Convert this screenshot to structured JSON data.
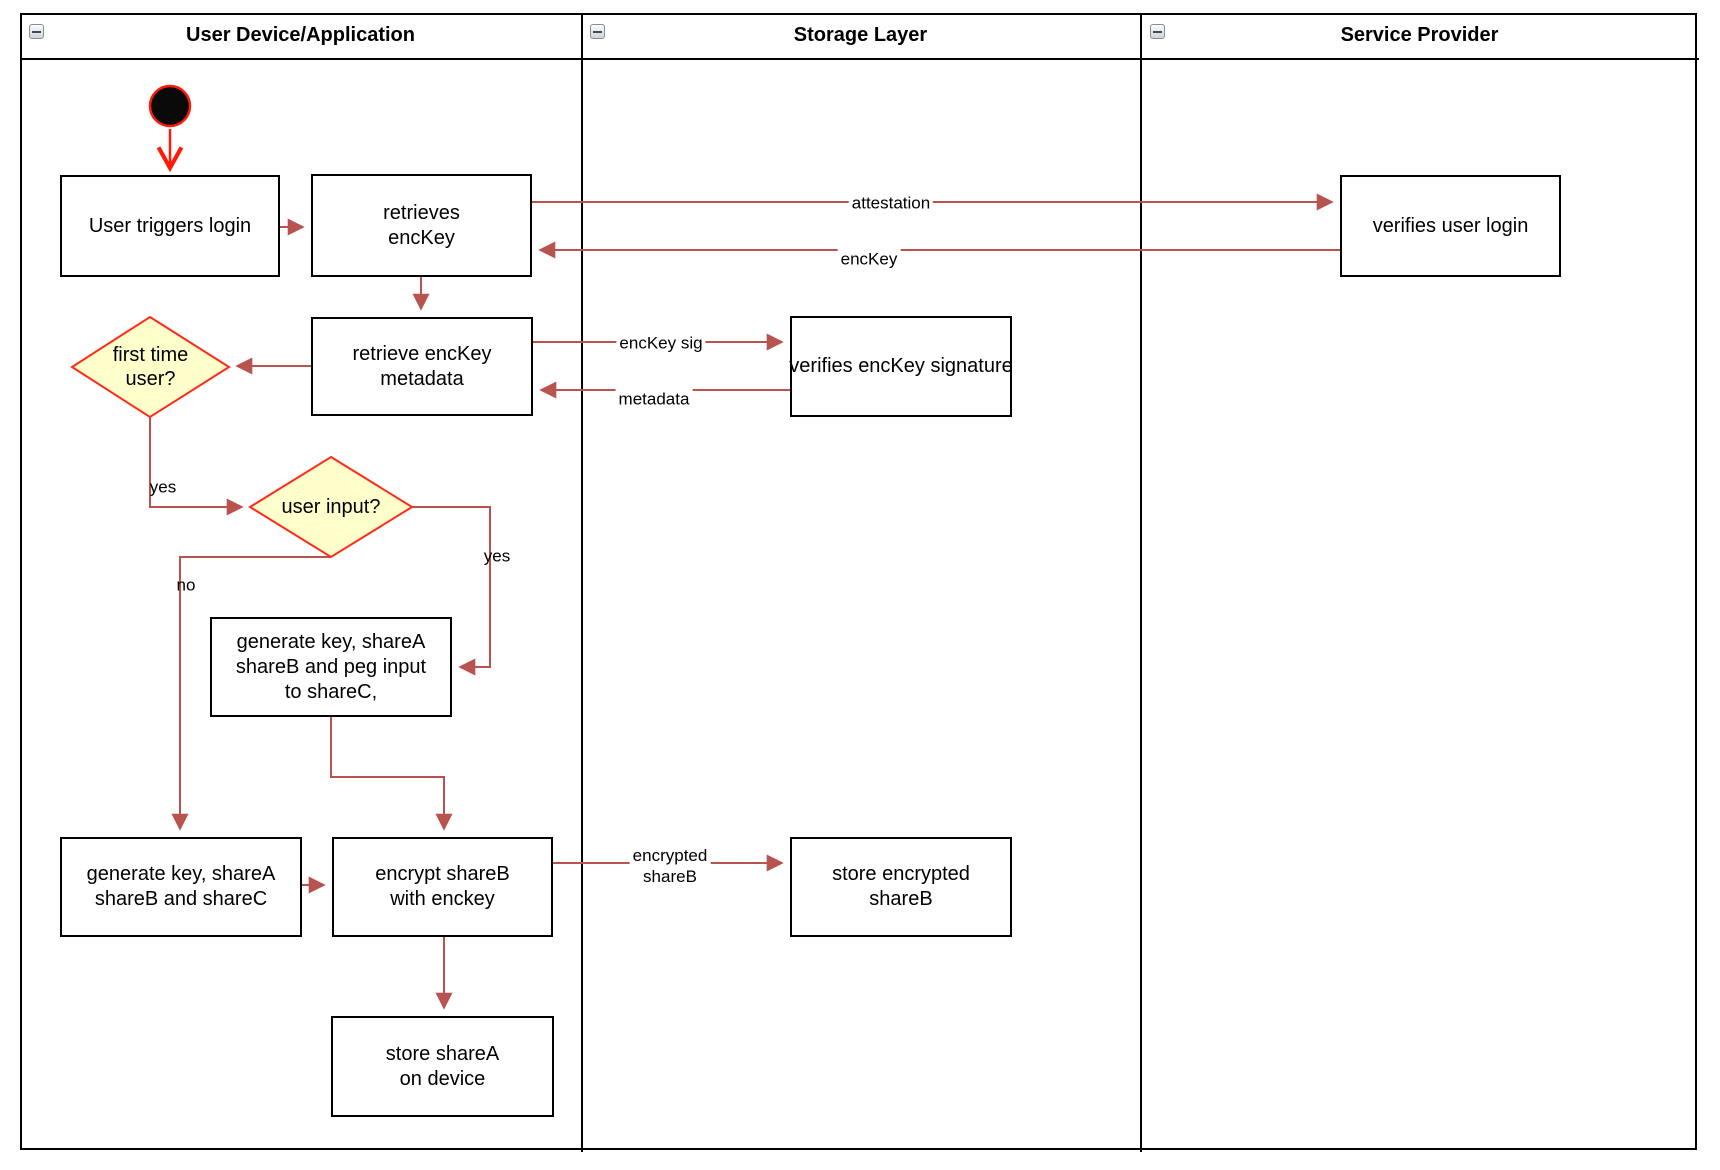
{
  "lanes": [
    {
      "title": "User Device/Application"
    },
    {
      "title": "Storage Layer"
    },
    {
      "title": "Service Provider"
    }
  ],
  "icons": {
    "lane_collapse": "minus-square"
  },
  "nodes": {
    "user_triggers_login": "User triggers login",
    "retrieves_enckey": "retrieves\nencKey",
    "verifies_user_login": "verifies user login",
    "retrieve_enckey_metadata": "retrieve encKey\nmetadata",
    "verifies_enckey_signature": "verifies encKey signature",
    "first_time_user": "first time\nuser?",
    "user_input": "user input?",
    "generate_key_peg": "generate key, shareA\nshareB and peg input\nto shareC,",
    "generate_key_sharec": "generate key, shareA\nshareB and shareC",
    "encrypt_shareb": "encrypt shareB\nwith enckey",
    "store_encrypted_shareb": "store encrypted\nshareB",
    "store_sharea": "store shareA\non device"
  },
  "edge_labels": {
    "attestation": "attestation",
    "enckey": "encKey",
    "enckey_sig": "encKey sig",
    "metadata": "metadata",
    "yes_first_time": "yes",
    "yes_user_input": "yes",
    "no_user_input": "no",
    "encrypted_shareb": "encrypted\nshareB"
  },
  "colors": {
    "flow_arrow": "#b85450",
    "start_arrow": "#ff1a0a",
    "decision_fill": "#ffffcc",
    "decision_border": "#ff2a1a",
    "node_border": "#000000",
    "lane_border": "#000000"
  }
}
